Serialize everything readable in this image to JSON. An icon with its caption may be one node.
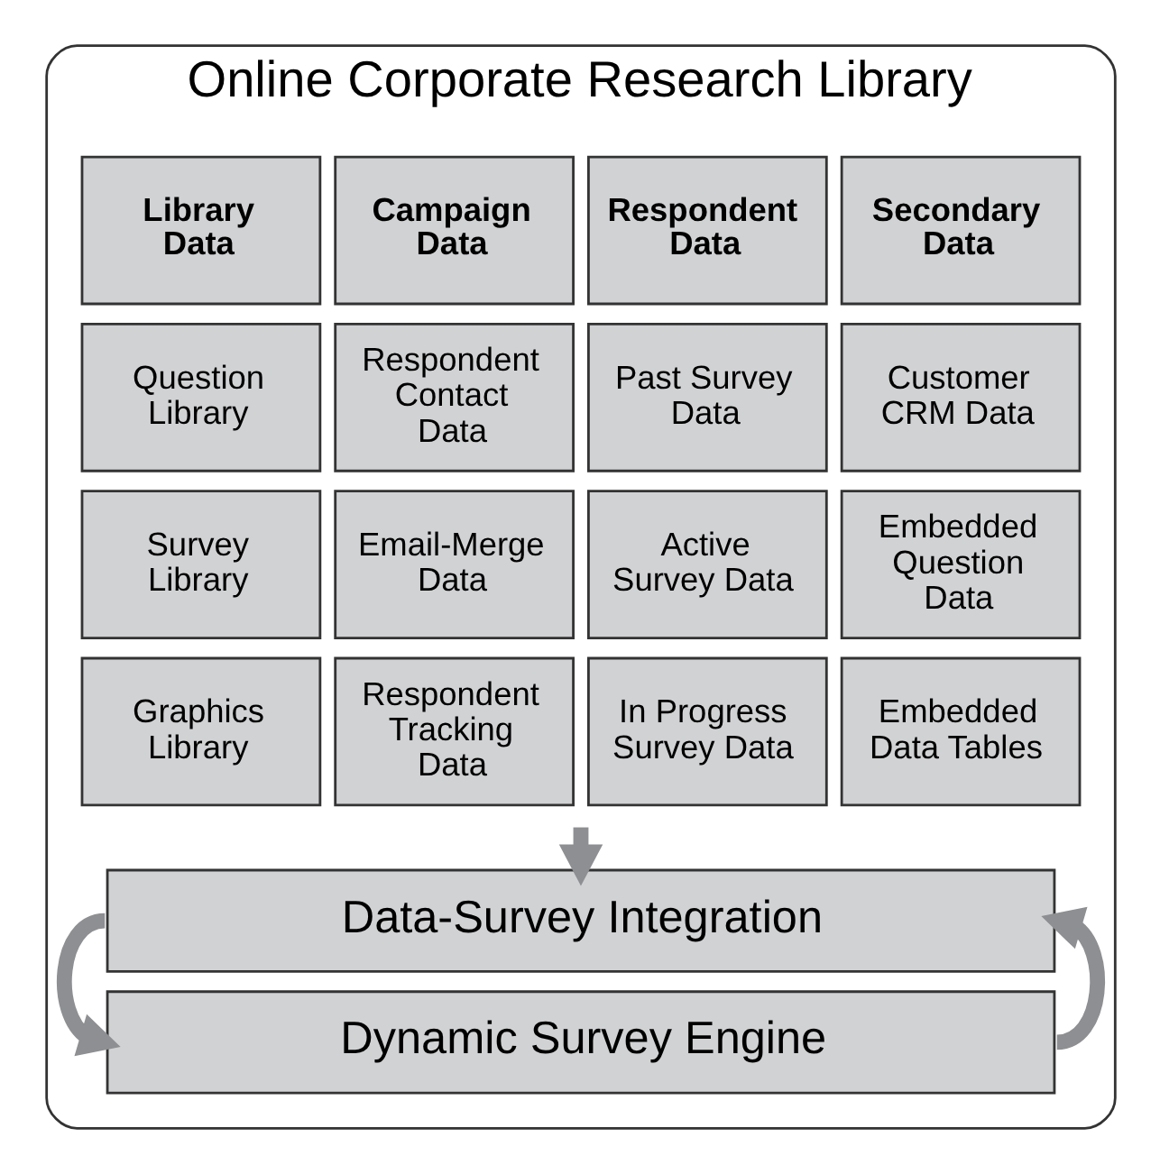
{
  "diagram": {
    "nodes": [
      {
        "text": [
          "Online Corporate Research Library"
        ]
      },
      {
        "text": [
          "Library Data"
        ],
        "in": 0
      },
      {
        "text": [
          "Campaign Data"
        ],
        "in": 0
      },
      {
        "text": [
          "Respondent Data"
        ],
        "in": 0
      },
      {
        "text": [
          "Secondary Data"
        ],
        "in": 0
      },
      {
        "text": [
          "Question Library"
        ],
        "in": 0
      },
      {
        "text": [
          "Respondent Contact Data"
        ],
        "in": 0
      },
      {
        "text": [
          "Past Survey Data"
        ],
        "in": 0
      },
      {
        "text": [
          "Customer CRM Data"
        ],
        "in": 0
      },
      {
        "text": [
          "Survey Library"
        ],
        "in": 0
      },
      {
        "text": [
          "Email-Merge Data"
        ],
        "in": 0
      },
      {
        "text": [
          "Active Survey Data"
        ],
        "in": 0
      },
      {
        "text": [
          "Embedded Question Data"
        ],
        "in": 0
      },
      {
        "text": [
          "Graphics Library"
        ],
        "in": 0
      },
      {
        "text": [
          "Respondent Tracking Data"
        ],
        "in": 0
      },
      {
        "text": [
          "In Progress Survey Data"
        ],
        "in": 0
      },
      {
        "text": [
          "Embedded Data Tables"
        ],
        "in": 0
      },
      {
        "text": [
          "Data-Survey Integration"
        ],
        "in": 0
      },
      {
        "text": [
          "Dynamic Survey Engine"
        ],
        "in": 0
      }
    ],
    "edges": [
      {
        "from": null,
        "to": 17,
        "arrow": "to"
      },
      {
        "from": 17,
        "to": 18,
        "arrow": "to"
      },
      {
        "from": 18,
        "to": 17,
        "arrow": "to"
      }
    ]
  }
}
